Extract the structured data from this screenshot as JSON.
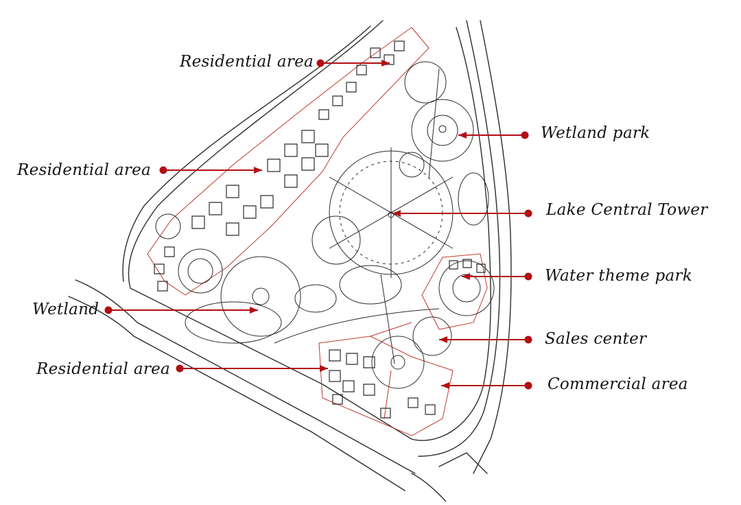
{
  "map": {
    "callout_color": "#b30d14",
    "sketch_color": "#2b2b2b",
    "boundary_color": "#c0392b",
    "labels": [
      {
        "id": "residential-area-north",
        "text": "Residential area"
      },
      {
        "id": "wetland-park",
        "text": "Wetland park"
      },
      {
        "id": "residential-area-west",
        "text": "Residential area"
      },
      {
        "id": "lake-central-tower",
        "text": "Lake Central Tower"
      },
      {
        "id": "water-theme-park",
        "text": "Water theme park"
      },
      {
        "id": "wetland",
        "text": "Wetland"
      },
      {
        "id": "sales-center",
        "text": "Sales center"
      },
      {
        "id": "residential-area-south",
        "text": "Residential area"
      },
      {
        "id": "commercial-area",
        "text": "Commercial area"
      }
    ]
  }
}
